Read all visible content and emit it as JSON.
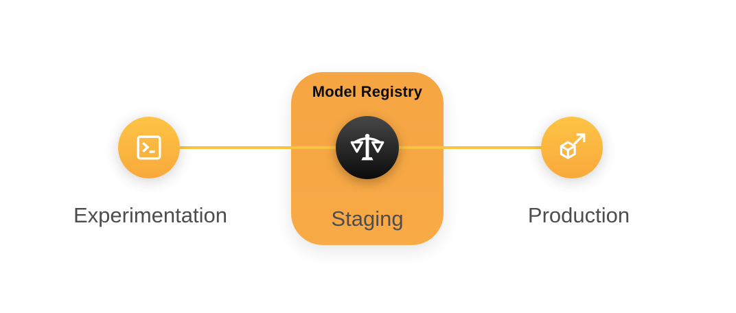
{
  "pipeline": {
    "nodes": [
      {
        "label": "Experimentation",
        "icon": "terminal-icon"
      },
      {
        "label": "Staging",
        "icon": "balance-scale-icon",
        "container": "Model Registry"
      },
      {
        "label": "Production",
        "icon": "cube-arrow-icon"
      }
    ],
    "card": {
      "title": "Model Registry"
    },
    "colors": {
      "node_gradient_top": "#FDC445",
      "node_gradient_bottom": "#F9A93C",
      "card_top": "#F5A542",
      "card_bottom": "#F8AA47",
      "connector": "#F9C43F",
      "badge_top": "#474747",
      "badge_bottom": "#0B0B0B",
      "label_text": "#4D4D4D",
      "card_title_text": "#0C0C0C",
      "icon": "#FFFFFF"
    }
  }
}
